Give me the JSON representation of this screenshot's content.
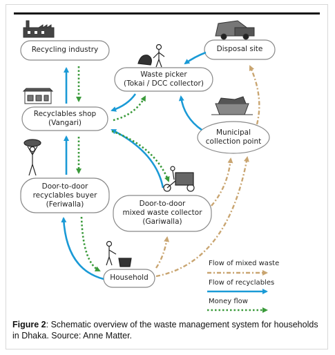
{
  "nodes": {
    "recycling_industry": "Recycling industry",
    "waste_picker_line1": "Waste picker",
    "waste_picker_line2": "(Tokai / DCC collector)",
    "disposal_site": "Disposal site",
    "recyclables_shop_line1": "Recyclables shop",
    "recyclables_shop_line2": "(Vangari)",
    "municipal_line1": "Municipal",
    "municipal_line2": "collection point",
    "feriwalla_line1": "Door-to-door",
    "feriwalla_line2": "recyclables buyer",
    "feriwalla_line3": "(Feriwalla)",
    "gariwalla_line1": "Door-to-door",
    "gariwalla_line2": "mixed waste collector",
    "gariwalla_line3": "(Gariwalla)",
    "household": "Household"
  },
  "legend": {
    "mixed_waste": "Flow of mixed waste",
    "recyclables": "Flow of recyclables",
    "money": "Money flow"
  },
  "colors": {
    "mixed_waste": "#c9a571",
    "recyclables": "#1a9ad6",
    "money": "#3a9a3a",
    "node_border": "#888888"
  },
  "caption": {
    "label": "Figure 2",
    "text": ": Schematic overview of the waste management system for households in Dhaka. Source: Anne Matter."
  }
}
